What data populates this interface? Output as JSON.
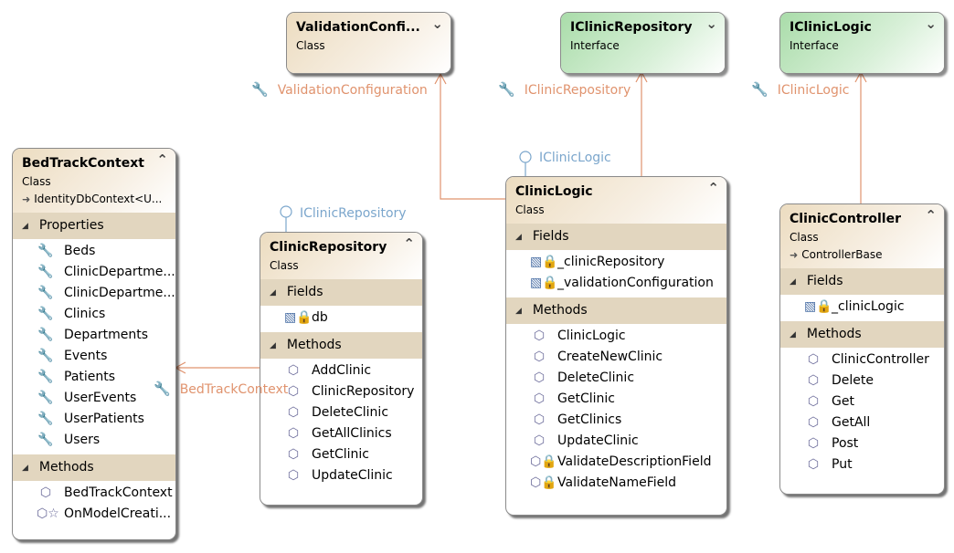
{
  "classes": [
    {
      "id": "validationconfig",
      "title": "ValidationConfi...",
      "kind": "Class",
      "interface": false,
      "collapsed": true
    },
    {
      "id": "iclinicrepository",
      "title": "IClinicRepository",
      "kind": "Interface",
      "interface": true,
      "collapsed": true
    },
    {
      "id": "icliniclogic",
      "title": "IClinicLogic",
      "kind": "Interface",
      "interface": true,
      "collapsed": true
    },
    {
      "id": "bedtrackcontext",
      "title": "BedTrackContext",
      "kind": "Class",
      "base": "IdentityDbContext<U...",
      "interface": false,
      "collapsed": false,
      "sections": [
        {
          "name": "Properties",
          "items": [
            {
              "icon": "wrench-icon",
              "label": "Beds"
            },
            {
              "icon": "wrench-icon",
              "label": "ClinicDepartme..."
            },
            {
              "icon": "wrench-icon",
              "label": "ClinicDepartme..."
            },
            {
              "icon": "wrench-icon",
              "label": "Clinics"
            },
            {
              "icon": "wrench-icon",
              "label": "Departments"
            },
            {
              "icon": "wrench-icon",
              "label": "Events"
            },
            {
              "icon": "wrench-icon",
              "label": "Patients"
            },
            {
              "icon": "wrench-icon",
              "label": "UserEvents"
            },
            {
              "icon": "wrench-icon",
              "label": "UserPatients"
            },
            {
              "icon": "wrench-icon",
              "label": "Users"
            }
          ]
        },
        {
          "name": "Methods",
          "items": [
            {
              "icon": "method-icon",
              "label": "BedTrackContext"
            },
            {
              "icon": "protected-override-method-icon",
              "label": "OnModelCreati..."
            }
          ]
        }
      ]
    },
    {
      "id": "clinicrepository",
      "title": "ClinicRepository",
      "kind": "Class",
      "interface": false,
      "collapsed": false,
      "sections": [
        {
          "name": "Fields",
          "items": [
            {
              "icon": "private-field-icon",
              "label": "db"
            }
          ]
        },
        {
          "name": "Methods",
          "items": [
            {
              "icon": "method-icon",
              "label": "AddClinic"
            },
            {
              "icon": "method-icon",
              "label": "ClinicRepository"
            },
            {
              "icon": "method-icon",
              "label": "DeleteClinic"
            },
            {
              "icon": "method-icon",
              "label": "GetAllClinics"
            },
            {
              "icon": "method-icon",
              "label": "GetClinic"
            },
            {
              "icon": "method-icon",
              "label": "UpdateClinic"
            }
          ]
        }
      ]
    },
    {
      "id": "cliniclogic",
      "title": "ClinicLogic",
      "kind": "Class",
      "interface": false,
      "collapsed": false,
      "sections": [
        {
          "name": "Fields",
          "items": [
            {
              "icon": "private-field-icon",
              "label": "_clinicRepository"
            },
            {
              "icon": "private-field-icon",
              "label": "_validationConfiguration"
            }
          ]
        },
        {
          "name": "Methods",
          "items": [
            {
              "icon": "method-icon",
              "label": "ClinicLogic"
            },
            {
              "icon": "method-icon",
              "label": "CreateNewClinic"
            },
            {
              "icon": "method-icon",
              "label": "DeleteClinic"
            },
            {
              "icon": "method-icon",
              "label": "GetClinic"
            },
            {
              "icon": "method-icon",
              "label": "GetClinics"
            },
            {
              "icon": "method-icon",
              "label": "UpdateClinic"
            },
            {
              "icon": "private-method-icon",
              "label": "ValidateDescriptionField"
            },
            {
              "icon": "private-method-icon",
              "label": "ValidateNameField"
            }
          ]
        }
      ]
    },
    {
      "id": "cliniccontroller",
      "title": "ClinicController",
      "kind": "Class",
      "base": "ControllerBase",
      "interface": false,
      "collapsed": false,
      "sections": [
        {
          "name": "Fields",
          "items": [
            {
              "icon": "private-field-icon",
              "label": "_clinicLogic"
            }
          ]
        },
        {
          "name": "Methods",
          "items": [
            {
              "icon": "method-icon",
              "label": "ClinicController"
            },
            {
              "icon": "method-icon",
              "label": "Delete"
            },
            {
              "icon": "method-icon",
              "label": "Get"
            },
            {
              "icon": "method-icon",
              "label": "GetAll"
            },
            {
              "icon": "method-icon",
              "label": "Post"
            },
            {
              "icon": "method-icon",
              "label": "Put"
            }
          ]
        }
      ]
    }
  ],
  "association_labels": [
    {
      "id": "assoc-validationconfiguration",
      "text": "ValidationConfiguration"
    },
    {
      "id": "assoc-iclinicrepository",
      "text": "IClinicRepository"
    },
    {
      "id": "assoc-icliniclogic",
      "text": "IClinicLogic"
    },
    {
      "id": "assoc-bedtrackcontext",
      "text": "BedTrackContext"
    }
  ],
  "lollipop_labels": [
    {
      "id": "lollipop-icliniclogic",
      "text": "IClinicLogic"
    },
    {
      "id": "lollipop-iclinicrepository",
      "text": "IClinicRepository"
    }
  ],
  "colors": {
    "association": "#e0936e",
    "lollipop": "#7ba6cc",
    "class_header": "#ecdcc0",
    "interface_header": "#a9dca9",
    "section_bar": "#e2d6bf"
  }
}
